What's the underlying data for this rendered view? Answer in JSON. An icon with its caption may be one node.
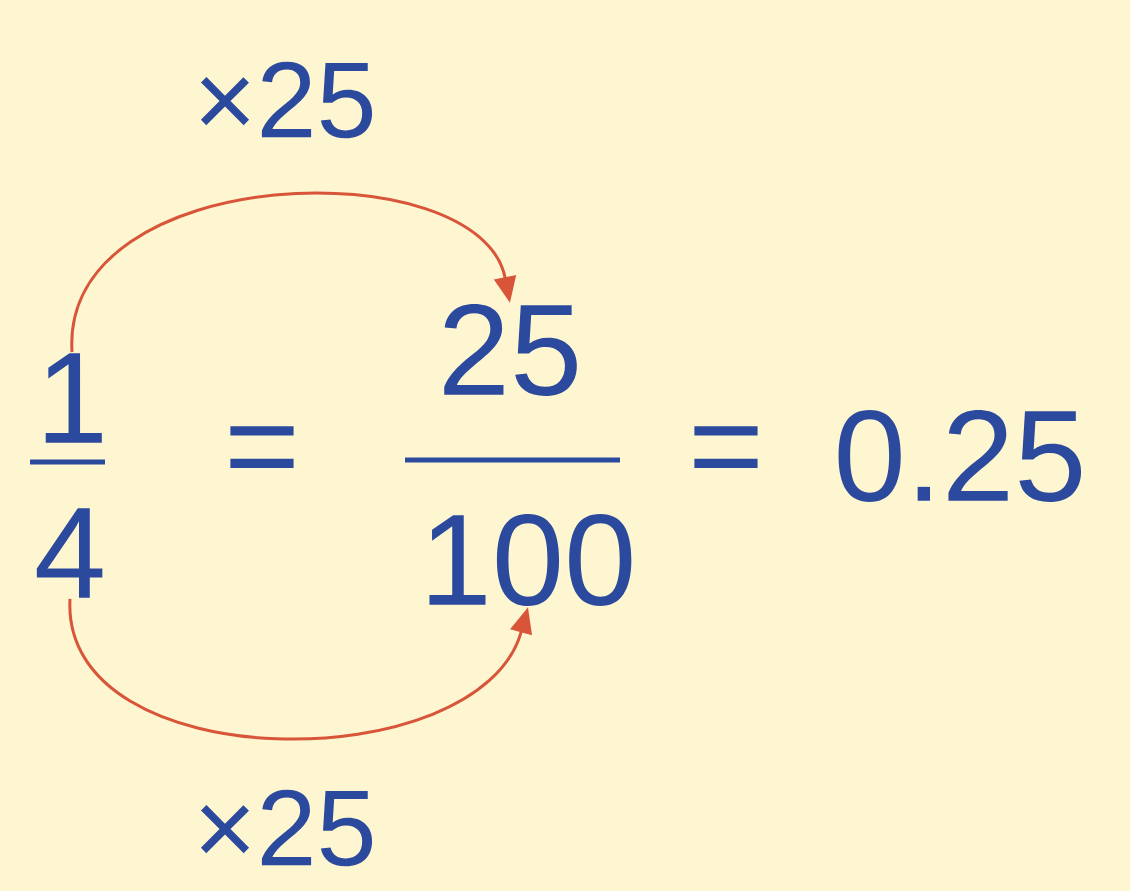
{
  "diagram": {
    "nodes": [
      {
        "text": [
          "1"
        ]
      },
      {
        "text": [
          "4"
        ]
      },
      {
        "text": [
          "25"
        ]
      },
      {
        "text": [
          "100"
        ]
      }
    ],
    "edges": [
      {
        "from": 0,
        "to": 2,
        "arrow": "to",
        "label": "×25"
      },
      {
        "from": 1,
        "to": 3,
        "arrow": "to",
        "label": "×25"
      }
    ],
    "labels": [
      "=",
      "=",
      "0.25"
    ]
  }
}
